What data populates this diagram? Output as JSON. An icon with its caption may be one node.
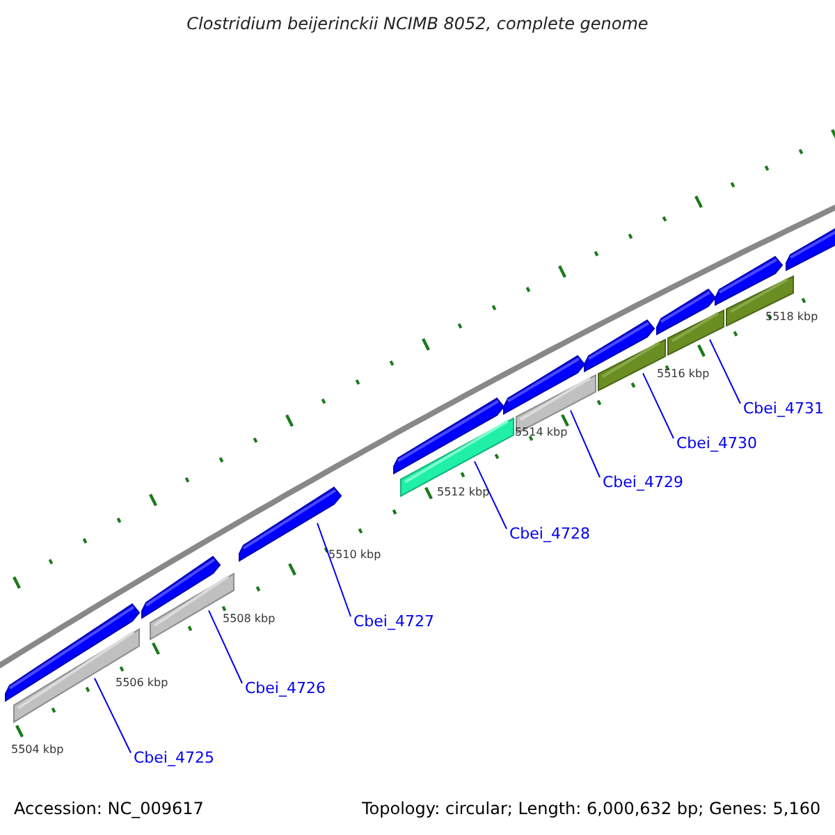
{
  "diagram": {
    "title": "Clostridium beijerinckii NCIMB 8052, complete genome",
    "nodes": [
      {
        "text": [
          "Cbei_4725"
        ]
      },
      {
        "text": [
          "Cbei_4726"
        ]
      },
      {
        "text": [
          "Cbei_4727"
        ]
      },
      {
        "text": [
          "Cbei_4728"
        ]
      },
      {
        "text": [
          "Cbei_4729"
        ]
      },
      {
        "text": [
          "Cbei_4730"
        ]
      },
      {
        "text": [
          "Cbei_4731"
        ]
      },
      {
        "text": [],
        "shape": "bar"
      },
      {
        "text": [],
        "shape": "bar"
      },
      {
        "text": [],
        "shape": "arrow"
      },
      {
        "text": [],
        "shape": "bar"
      },
      {
        "text": [],
        "shape": "bar"
      },
      {
        "text": [],
        "shape": "bar"
      },
      {
        "text": [],
        "shape": "bar"
      },
      {
        "text": [],
        "shape": "bar"
      },
      {
        "text": [],
        "shape": "arrow"
      },
      {
        "text": [],
        "shape": "arrow"
      },
      {
        "text": [],
        "shape": "arrow"
      },
      {
        "text": [],
        "shape": "arrow"
      },
      {
        "text": [],
        "shape": "arrow"
      },
      {
        "text": [],
        "shape": "arrow"
      },
      {
        "text": [],
        "shape": "arrow"
      },
      {
        "text": [],
        "shape": "arrow"
      }
    ],
    "edges": [
      {
        "from": 0,
        "to": 7,
        "arrow": "none"
      },
      {
        "from": 1,
        "to": 8,
        "arrow": "none"
      },
      {
        "from": 2,
        "to": 9,
        "arrow": "none"
      },
      {
        "from": 3,
        "to": 10,
        "arrow": "none"
      },
      {
        "from": 4,
        "to": 11,
        "arrow": "none"
      },
      {
        "from": 5,
        "to": 12,
        "arrow": "none"
      },
      {
        "from": 6,
        "to": 13,
        "arrow": "none"
      }
    ],
    "labels": [
      "5504 kbp",
      "5506 kbp",
      "5508 kbp",
      "5510 kbp",
      "5512 kbp",
      "5514 kbp",
      "5516 kbp",
      "5518 kbp",
      "Accession: NC_009617",
      "Topology: circular; Length: 6,000,632 bp; Genes: 5,160"
    ]
  }
}
